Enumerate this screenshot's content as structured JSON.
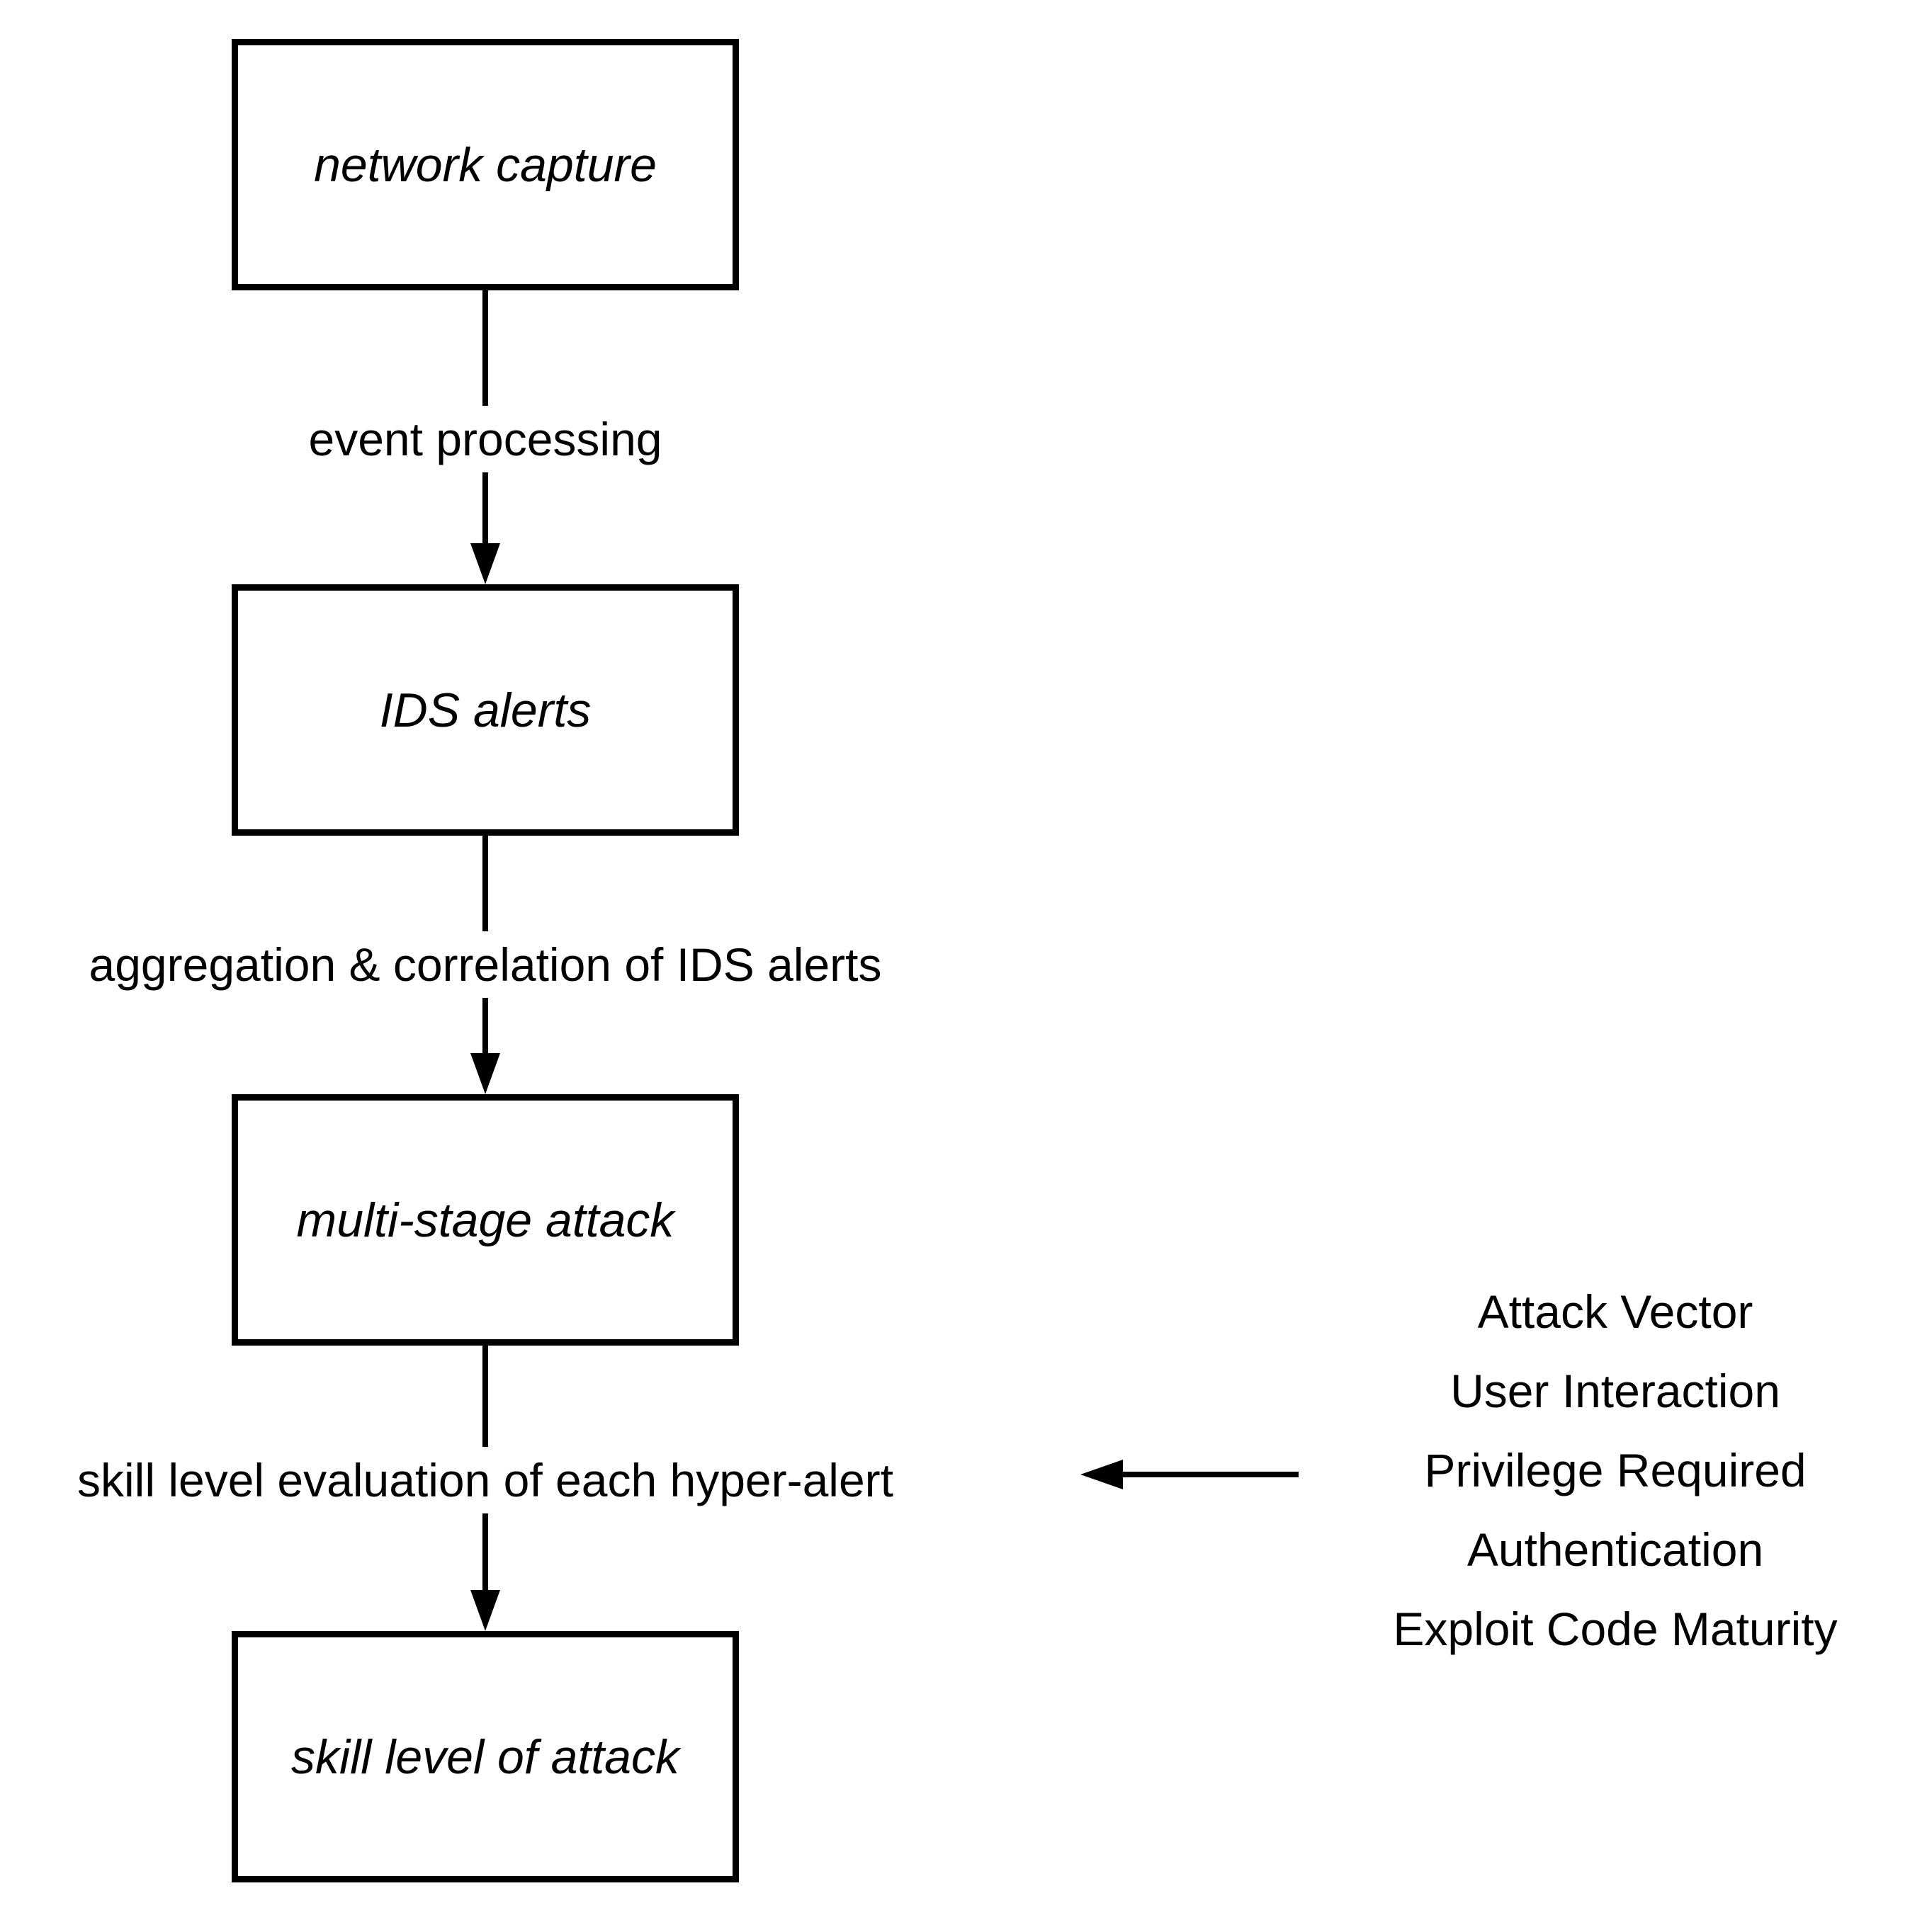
{
  "diagram": {
    "boxes": [
      {
        "label": "network capture"
      },
      {
        "label": "IDS alerts"
      },
      {
        "label": "multi-stage attack"
      },
      {
        "label": "skill level of attack"
      }
    ],
    "edges": [
      {
        "label": "event processing"
      },
      {
        "label": "aggregation & correlation of IDS alerts"
      },
      {
        "label": "skill level evaluation of each hyper-alert"
      }
    ],
    "side_list": {
      "items": [
        "Attack Vector",
        "User Interaction",
        "Privilege Required",
        "Authentication",
        "Exploit Code Maturity"
      ]
    },
    "colors": {
      "ink": "#000000",
      "background": "#ffffff"
    }
  }
}
